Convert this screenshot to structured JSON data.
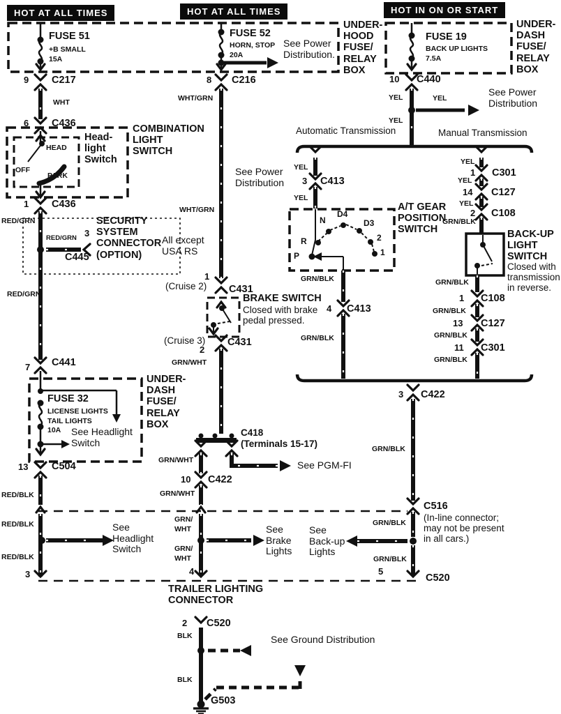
{
  "headers": {
    "left": "HOT AT ALL TIMES",
    "middle": "HOT AT ALL TIMES",
    "right": "HOT IN ON OR START"
  },
  "fuse_boxes": {
    "underhood": {
      "label": "UNDER-\nHOOD\nFUSE/\nRELAY\nBOX"
    },
    "underdash_top": {
      "label": "UNDER-\nDASH\nFUSE/\nRELAY\nBOX"
    },
    "underdash_bottom": {
      "label": "UNDER-\nDASH\nFUSE/\nRELAY\nBOX"
    }
  },
  "fuses": {
    "fuse51": {
      "name": "FUSE 51",
      "desc": "+B SMALL\n15A"
    },
    "fuse52": {
      "name": "FUSE 52",
      "desc": "HORN, STOP\n20A"
    },
    "fuse19": {
      "name": "FUSE 19",
      "desc": "BACK UP LIGHTS\n7.5A"
    },
    "fuse32": {
      "name": "FUSE 32",
      "desc": "LICENSE LIGHTS\nTAIL LIGHTS\n10A"
    }
  },
  "switches": {
    "combination": {
      "label": "COMBINATION\nLIGHT\nSWITCH",
      "inner": "Head-\nlight\nSwitch",
      "pos_head": "HEAD",
      "pos_off": "OFF",
      "pos_park": "PARK"
    },
    "brake": {
      "label": "BRAKE SWITCH",
      "note": "Closed with brake\npedal pressed."
    },
    "at_gear": {
      "label": "A/T GEAR\nPOSITION\nSWITCH",
      "positions": [
        "P",
        "R",
        "N",
        "D4",
        "D3",
        "2",
        "1"
      ]
    },
    "backup": {
      "label": "BACK-UP\nLIGHT\nSWITCH",
      "note": "Closed with\ntransmission\nin reverse."
    }
  },
  "security": {
    "label": "SECURITY\nSYSTEM\nCONNECTOR\n(OPTION)",
    "note": "All except\nUSA RS",
    "wire": "RED/GRN",
    "pin": "3",
    "connector": "C445"
  },
  "transmission": {
    "auto": "Automatic Transmission",
    "manual": "Manual Transmission"
  },
  "connectors": {
    "c217": {
      "pin": "9",
      "name": "C217"
    },
    "c436_top": {
      "pin": "6",
      "name": "C436"
    },
    "c436_bottom": {
      "pin": "1",
      "name": "C436"
    },
    "c441": {
      "pin": "7",
      "name": "C441"
    },
    "c504": {
      "pin": "13",
      "name": "C504"
    },
    "c216": {
      "pin": "8",
      "name": "C216"
    },
    "c431_top": {
      "pin": "1",
      "name": "C431",
      "tag": "(Cruise 2)"
    },
    "c431_bottom": {
      "pin": "2",
      "name": "C431",
      "tag": "(Cruise 3)"
    },
    "c418": {
      "name": "C418\n(Terminals 15-17)"
    },
    "c422_mid": {
      "pin": "10",
      "name": "C422"
    },
    "c440": {
      "pin": "10",
      "name": "C440"
    },
    "c413_top": {
      "pin": "3",
      "name": "C413"
    },
    "c413_bottom": {
      "pin": "4",
      "name": "C413"
    },
    "c301_top": {
      "pin": "1",
      "name": "C301"
    },
    "c127_top": {
      "pin": "14",
      "name": "C127"
    },
    "c108_top": {
      "pin": "2",
      "name": "C108"
    },
    "c108_bottom": {
      "pin": "1",
      "name": "C108"
    },
    "c127_bottom": {
      "pin": "13",
      "name": "C127"
    },
    "c301_bottom": {
      "pin": "11",
      "name": "C301"
    },
    "c422_bus": {
      "pin": "3",
      "name": "C422"
    },
    "c516": {
      "name": "C516",
      "note": "(In-line connector;\nmay not be present\nin all cars.)"
    },
    "c520_trailer": {
      "pin": "5",
      "name": "C520"
    },
    "c520_ground": {
      "pin": "2",
      "name": "C520"
    },
    "g503": {
      "name": "G503"
    }
  },
  "wire_colors": {
    "wht": "WHT",
    "wht_grn": "WHT/GRN",
    "red_grn": "RED/GRN",
    "yel": "YEL",
    "grn_blk": "GRN/BLK",
    "grn_wht": "GRN/WHT",
    "grn_wht_stacked": "GRN/\nWHT",
    "red_blk": "RED/BLK",
    "blk": "BLK"
  },
  "notes": {
    "see_power_underhood": "See Power\nDistribution.",
    "see_power_mid": "See Power\nDistribution",
    "see_power_right": "See Power\nDistribution",
    "see_headlight_fuse": "See Headlight\nSwitch",
    "see_pgm_fi": "See PGM-FI",
    "see_headlight_trailer": "See\nHeadlight\nSwitch",
    "see_brake_lights": "See\nBrake\nLights",
    "see_backup_lights": "See\nBack-up\nLights",
    "see_ground": "See Ground Distribution"
  },
  "trailer": {
    "label": "TRAILER LIGHTING\nCONNECTOR",
    "pin_left": "3",
    "pin_mid": "4",
    "pin_right": "5"
  },
  "colors": {
    "ink": "#111111",
    "paper": "#ffffff"
  }
}
